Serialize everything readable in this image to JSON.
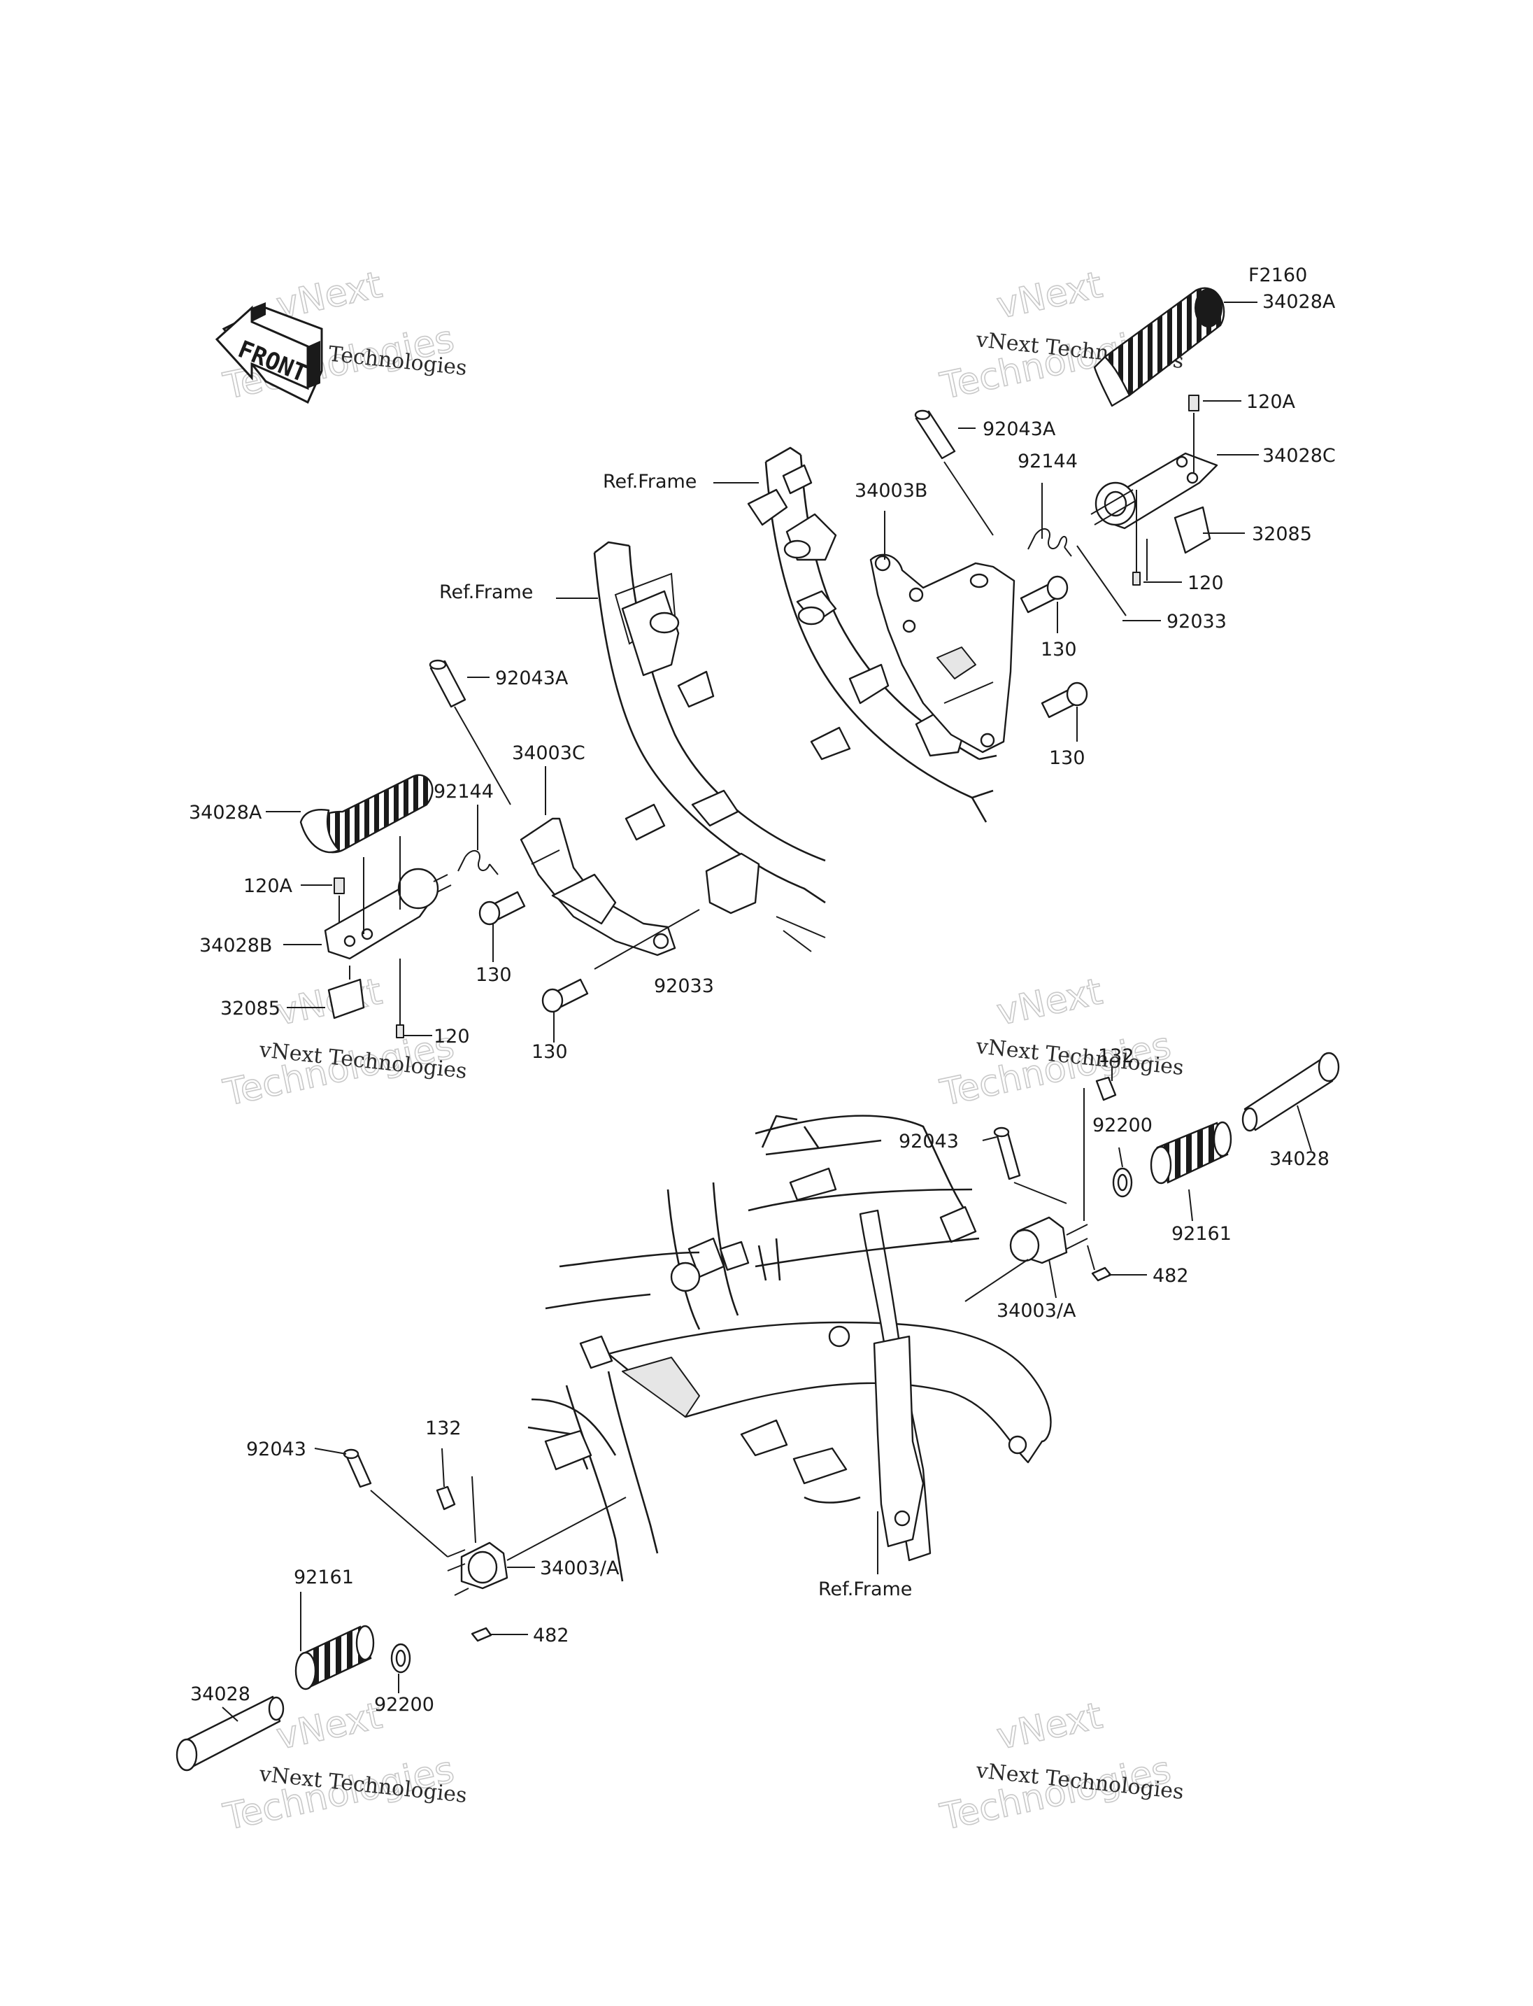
{
  "figure_code": "F2160",
  "front_arrow": {
    "text": "FRONT",
    "icon": "front-arrow-icon"
  },
  "watermark": {
    "line1": "vNext Technologies",
    "line2": "vNext",
    "line3": "Technologies"
  },
  "labels": {
    "ref_frame": "Ref.Frame",
    "p34028A": "34028A",
    "p120A": "120A",
    "p34028C": "34028C",
    "p32085": "32085",
    "p120": "120",
    "p92033": "92033",
    "p92043A": "92043A",
    "p92144": "92144",
    "p34003B": "34003B",
    "p130": "130",
    "p34003C": "34003C",
    "p34028B": "34028B",
    "p132": "132",
    "p92043": "92043",
    "p92200": "92200",
    "p34028": "34028",
    "p92161": "92161",
    "p482": "482",
    "p34003A": "34003/A"
  }
}
